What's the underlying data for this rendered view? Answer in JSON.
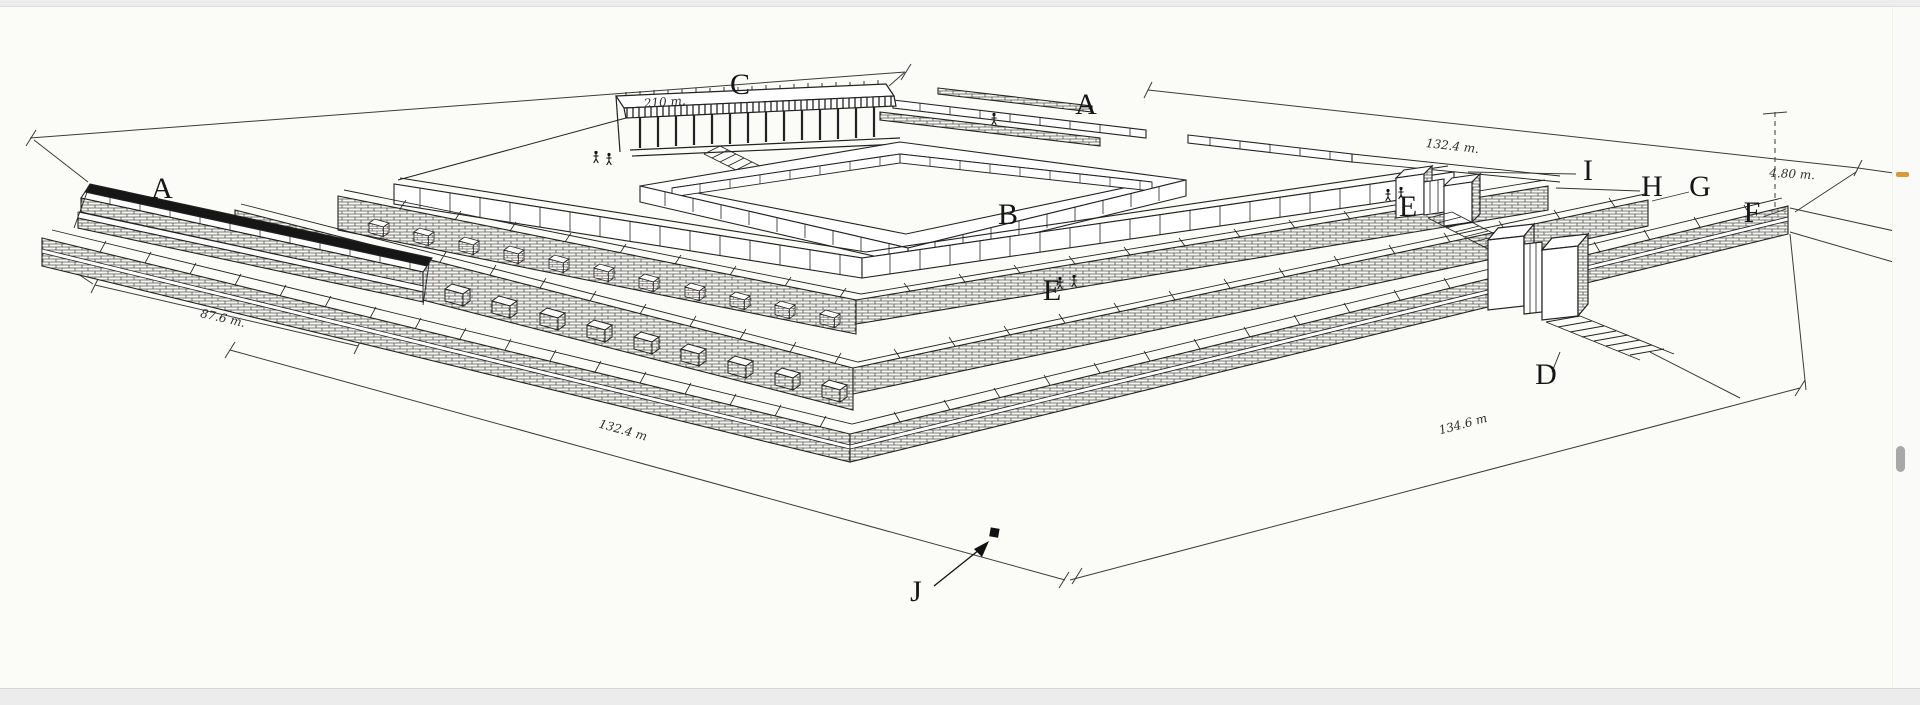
{
  "viewer": {
    "page_background": "#fbfbf8",
    "margin_color": "#ededed",
    "scrollbar_thumb_color": "#a8a8a8",
    "annotation_marker_color": "#d99a3c",
    "ink_color": "#1f1f1f"
  },
  "figure": {
    "labels": {
      "a_left": "A",
      "a_rear": "A",
      "b_courtyard": "B",
      "c_colonnade": "C",
      "d_gate": "D",
      "e_platform": "E",
      "e_terrace": "E",
      "f_outer_terrace": "F",
      "g_middle_terrace": "G",
      "h_upper_terrace": "H",
      "i_parapet": "I",
      "j_marker": "J"
    },
    "dimensions": {
      "rear_length": "210 m.",
      "right_side_length": "132.4 m.",
      "wall_height": "4.80 m.",
      "left_offset": "87.6 m.",
      "front_left_length": "132.4 m",
      "front_right_length": "134.6 m"
    }
  }
}
